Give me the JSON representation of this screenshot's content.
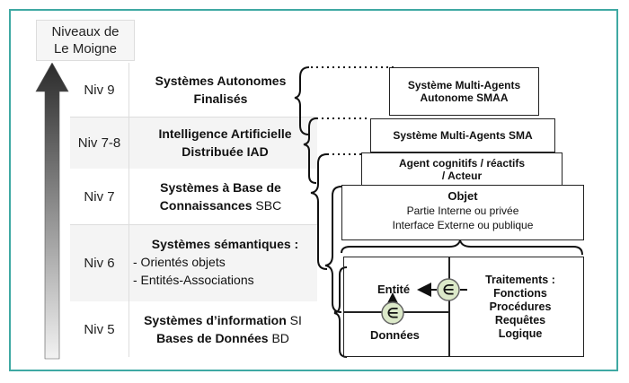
{
  "header": {
    "line1": "Niveaux de",
    "line2": "Le Moigne"
  },
  "levels": [
    {
      "niv": "Niv 9",
      "title1": "Systèmes Autonomes",
      "title2": "Finalisés"
    },
    {
      "niv": "Niv 7-8",
      "title1": "Intelligence Artificielle",
      "title2": "Distribuée IAD"
    },
    {
      "niv": "Niv 7",
      "title1": "Systèmes à Base de",
      "title2_bold": "Connaissances",
      "title2_norm": " SBC"
    },
    {
      "niv": "Niv 6",
      "title1": "Systèmes sémantiques :",
      "item1": "- Orientés objets",
      "item2": "- Entités-Associations"
    },
    {
      "niv": "Niv 5",
      "title1_bold": "Systèmes d’information",
      "title1_norm": " SI",
      "title2_bold": "Bases de Données",
      "title2_norm": " BD"
    }
  ],
  "boxes": {
    "sma_autonome": {
      "line1": "Système Multi-Agents",
      "line2": "Autonome SMAA"
    },
    "sma": {
      "line1": "Système Multi-Agents SMA"
    },
    "agent": {
      "line1": "Agent cognitifs / réactifs",
      "line2": "/ Acteur"
    },
    "objet": {
      "title": "Objet",
      "line1": "Partie Interne ou privée",
      "line2": "Interface Externe ou  publique"
    },
    "entite": "Entité",
    "donnees": "Données",
    "traitements": {
      "title": "Traitements :",
      "items": [
        "Fonctions",
        "Procédures",
        "Requêtes",
        "Logique"
      ]
    }
  },
  "symbols": {
    "element_of": "∈"
  },
  "colors": {
    "frame": "#3fa9a3",
    "arrow_dark": "#2b2b2b",
    "circle_fill": "#dce9c9",
    "circle_stroke": "#666666"
  }
}
